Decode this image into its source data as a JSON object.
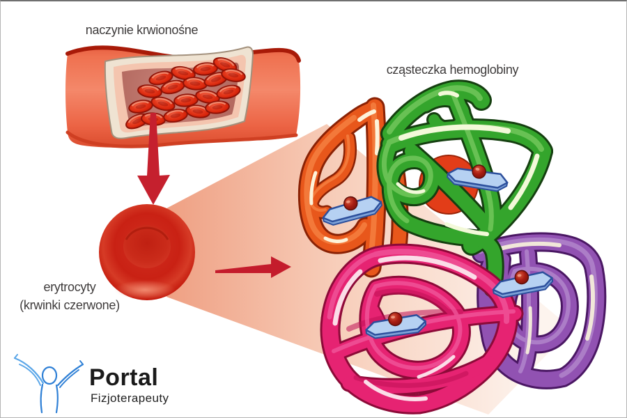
{
  "page": {
    "background": "#ffffff",
    "border_color": "#b3b3b3",
    "description_type": "medical illustration diagram"
  },
  "labels": {
    "blood_vessel": "naczynie krwionośne",
    "hemoglobin_molecule": "cząsteczka hemoglobiny",
    "erythrocytes_line1": "erytrocyty",
    "erythrocytes_line2": "(krwinki czerwone)"
  },
  "logo": {
    "name": "Portal",
    "subtitle": "Fizjoterapeuty"
  },
  "icons": {
    "arrow_down": "tapered red arrow from vessel to erythrocyte",
    "arrow_right": "tapered red arrow from erythrocyte to hemoglobin",
    "logo_figure": "blue outline of person with raised arms"
  },
  "palette": {
    "vessel_wall": "#ed6a4c",
    "vessel_top_edge": "#a81a08",
    "vessel_cut_rim": "#efe3d2",
    "vessel_inner_wall": "#f4c5af",
    "lumen": "#b8695e",
    "red_blood_cell": "#d52108",
    "arrow_red": "#c5202e",
    "zoom_cone": "#f0a183",
    "hemoglobin_subunit_orange": "#e8571b",
    "hemoglobin_subunit_green": "#34a52c",
    "hemoglobin_subunit_pink": "#e62372",
    "hemoglobin_subunit_purple": "#9152b2",
    "heme_plate_blue": "#b6d1f2",
    "heme_iron_red": "#a21b12",
    "logo_blue": "#2f80d6",
    "label_text": "#3e3b3b"
  }
}
